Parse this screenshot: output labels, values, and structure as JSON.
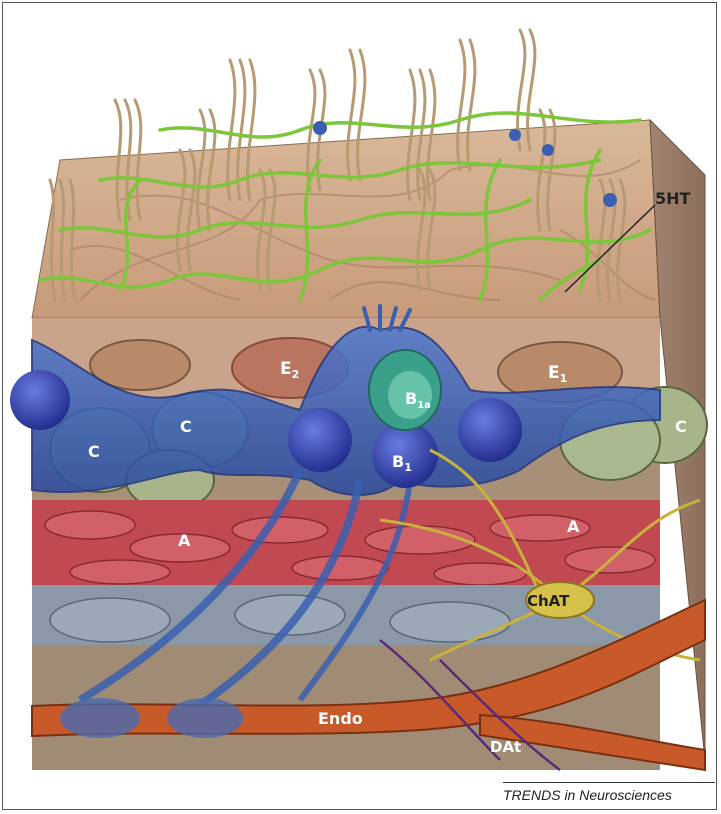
{
  "figure": {
    "credit": "TRENDS in Neurosciences",
    "colors": {
      "serotonin_fibers": "#7cc63a",
      "b1_astrocyte": "#3a5fb0",
      "b1a_cell": "#3aa08a",
      "ependymal": "#b06a58",
      "c_cell": "#a8b48a",
      "a_cell": "#c14a52",
      "chat_neuron": "#c9b23a",
      "endothelium": "#c85a2a",
      "dopamine_axon": "#5a2a7a",
      "cilia": "#b89a72"
    },
    "icons": {
      "cilia": "cilia-tuft-icon",
      "fibers": "serotonergic-fiber-icon"
    }
  },
  "labels": {
    "fivehT": "5HT",
    "e2": "E",
    "e2_sub": "2",
    "e1": "E",
    "e1_sub": "1",
    "b1a": "B",
    "b1a_sub": "1a",
    "b1": "B",
    "b1_sub": "1",
    "c_left": "C",
    "c_mid": "C",
    "c_right": "C",
    "a_left": "A",
    "a_right": "A",
    "chat": "ChAT",
    "endo": "Endo",
    "dat": "DAt"
  }
}
